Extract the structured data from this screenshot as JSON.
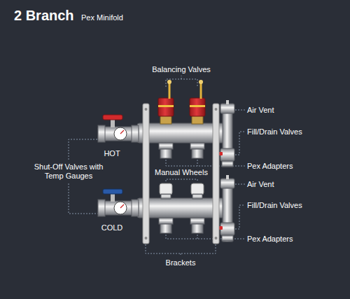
{
  "diagram": {
    "title": "2 Branch",
    "labels": [
      "Pex Minifold",
      "Balancing Valves",
      "Air Vent",
      "Fill/Drain Valves",
      "Manual Wheels",
      "Pex Adapters",
      "Air Vent",
      "Fill/Drain Valves",
      "Shut-Off Valves with Temp Gauges",
      "HOT",
      "COLD",
      "Pex Adapters",
      "Brackets"
    ]
  }
}
